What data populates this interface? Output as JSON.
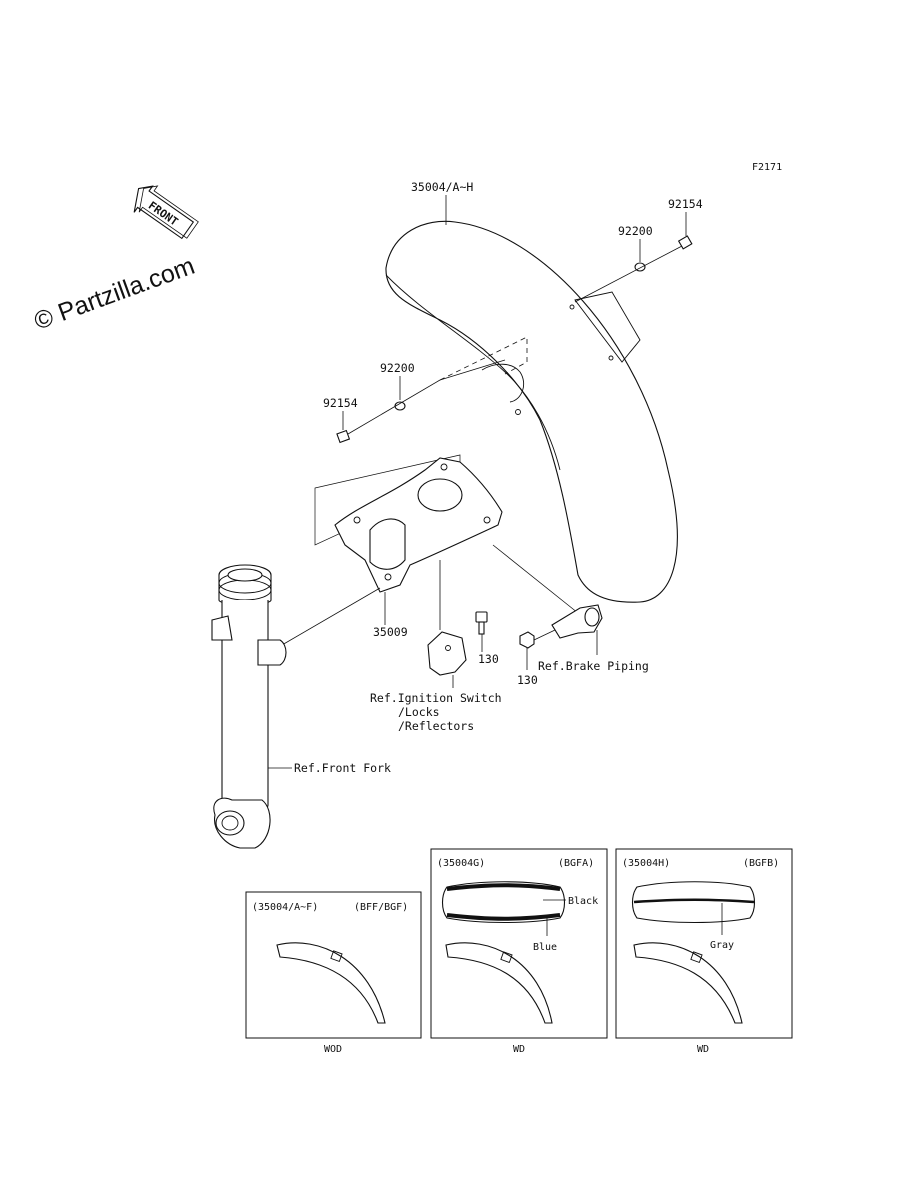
{
  "diagram_code": "F2171",
  "watermark": "© Partzilla.com",
  "front_arrow": "FRONT",
  "labels": {
    "fender_assy": "35004/A~H",
    "bolt_right": "92154",
    "washer_right": "92200",
    "washer_left": "92200",
    "bolt_left": "92154",
    "bracket": "35009",
    "bolt_130_a": "130",
    "bolt_130_b": "130",
    "ref_ignition_1": "Ref.Ignition Switch",
    "ref_ignition_2": "/Locks",
    "ref_ignition_3": "/Reflectors",
    "ref_brake": "Ref.Brake Piping",
    "ref_fork": "Ref.Front Fork"
  },
  "variants": [
    {
      "part": "(35004/A~F)",
      "code": "(BFF/BGF)",
      "footer": "WOD"
    },
    {
      "part": "(35004G)",
      "code": "(BGFA)",
      "footer": "WD",
      "stripe_labels": [
        "Black",
        "Blue"
      ]
    },
    {
      "part": "(35004H)",
      "code": "(BGFB)",
      "footer": "WD",
      "stripe_labels": [
        "Gray"
      ]
    }
  ]
}
